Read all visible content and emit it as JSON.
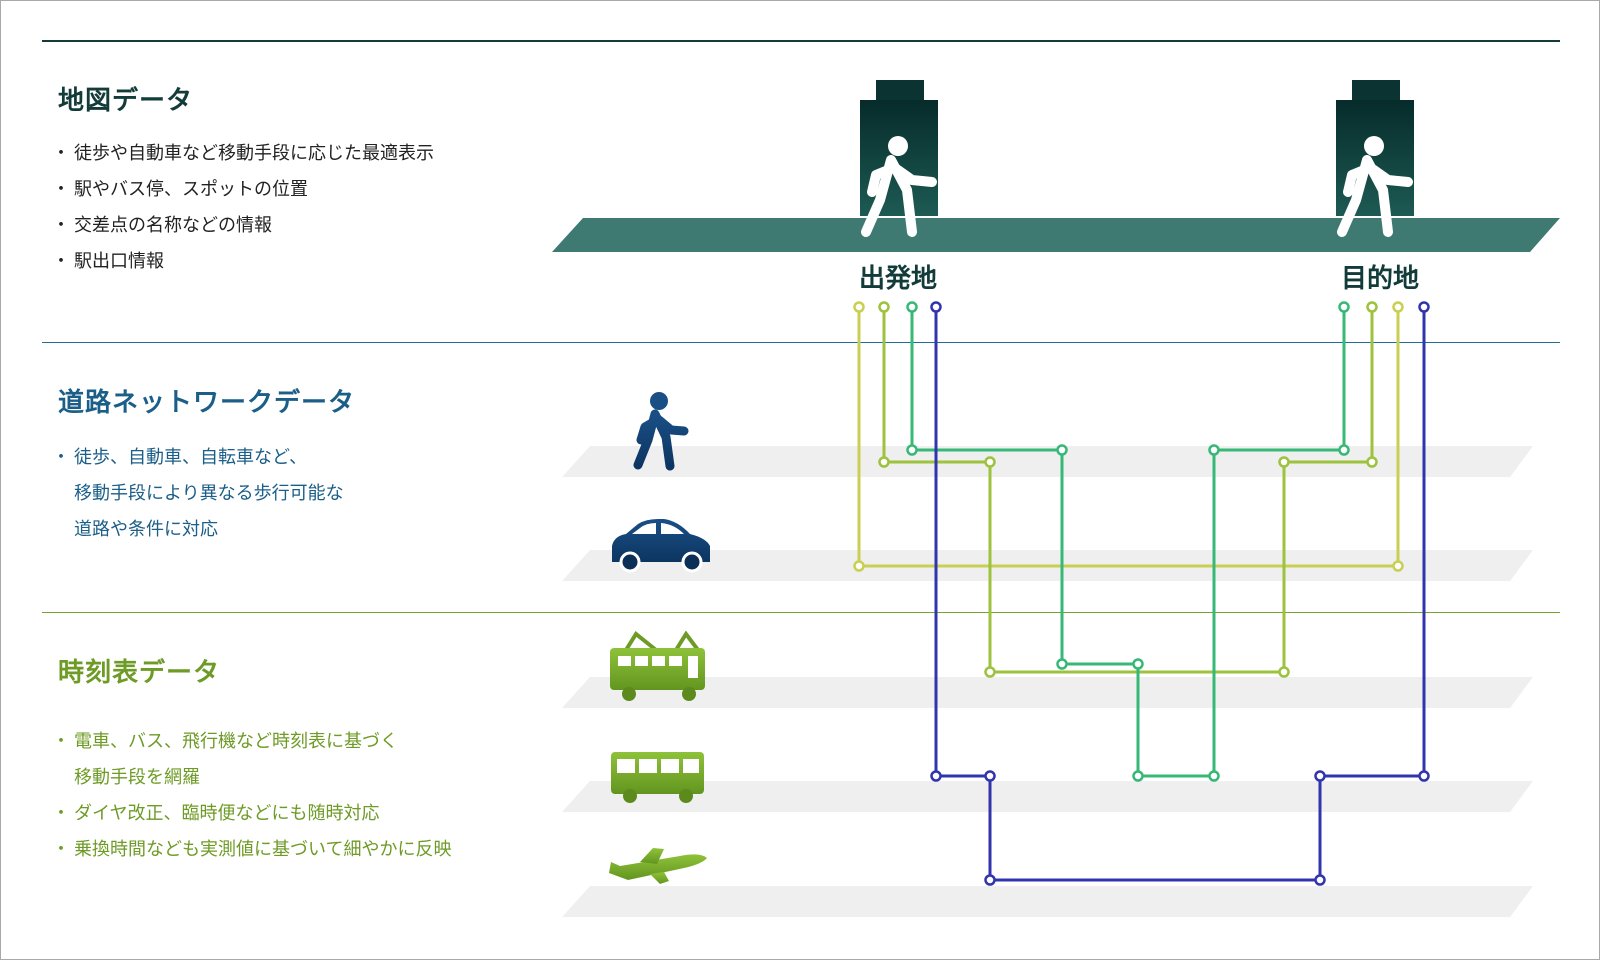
{
  "sections": {
    "map": {
      "title": "地図データ",
      "bullets": [
        "徒歩や自動車など移動手段に応じた最適表示",
        "駅やバス停、スポットの位置",
        "交差点の名称などの情報",
        "駅出口情報"
      ]
    },
    "road": {
      "title": "道路ネットワークデータ",
      "bullets": [
        "徒歩、自動車、自転車など、",
        "移動手段により異なる歩行可能な",
        "道路や条件に対応"
      ]
    },
    "timetable": {
      "title": "時刻表データ",
      "bullets": [
        "電車、バス、飛行機など時刻表に基づく",
        "移動手段を網羅",
        "ダイヤ改正、臨時便などにも随時対応",
        "乗換時間なども実測値に基づいて細やかに反映"
      ]
    }
  },
  "places": {
    "origin": "出発地",
    "destination": "目的地"
  },
  "modes": [
    "walk-icon",
    "car-icon",
    "train-icon",
    "bus-icon",
    "airplane-icon"
  ],
  "colors": {
    "map_dark": "#123b3a",
    "road_band": "#3e7a72",
    "road_blue": "#1b5e88",
    "time_green": "#6e9b26",
    "route_yellow": "#c9cf52",
    "route_lime": "#9cc23e",
    "route_green": "#37b877",
    "route_navy": "#3134ad"
  }
}
